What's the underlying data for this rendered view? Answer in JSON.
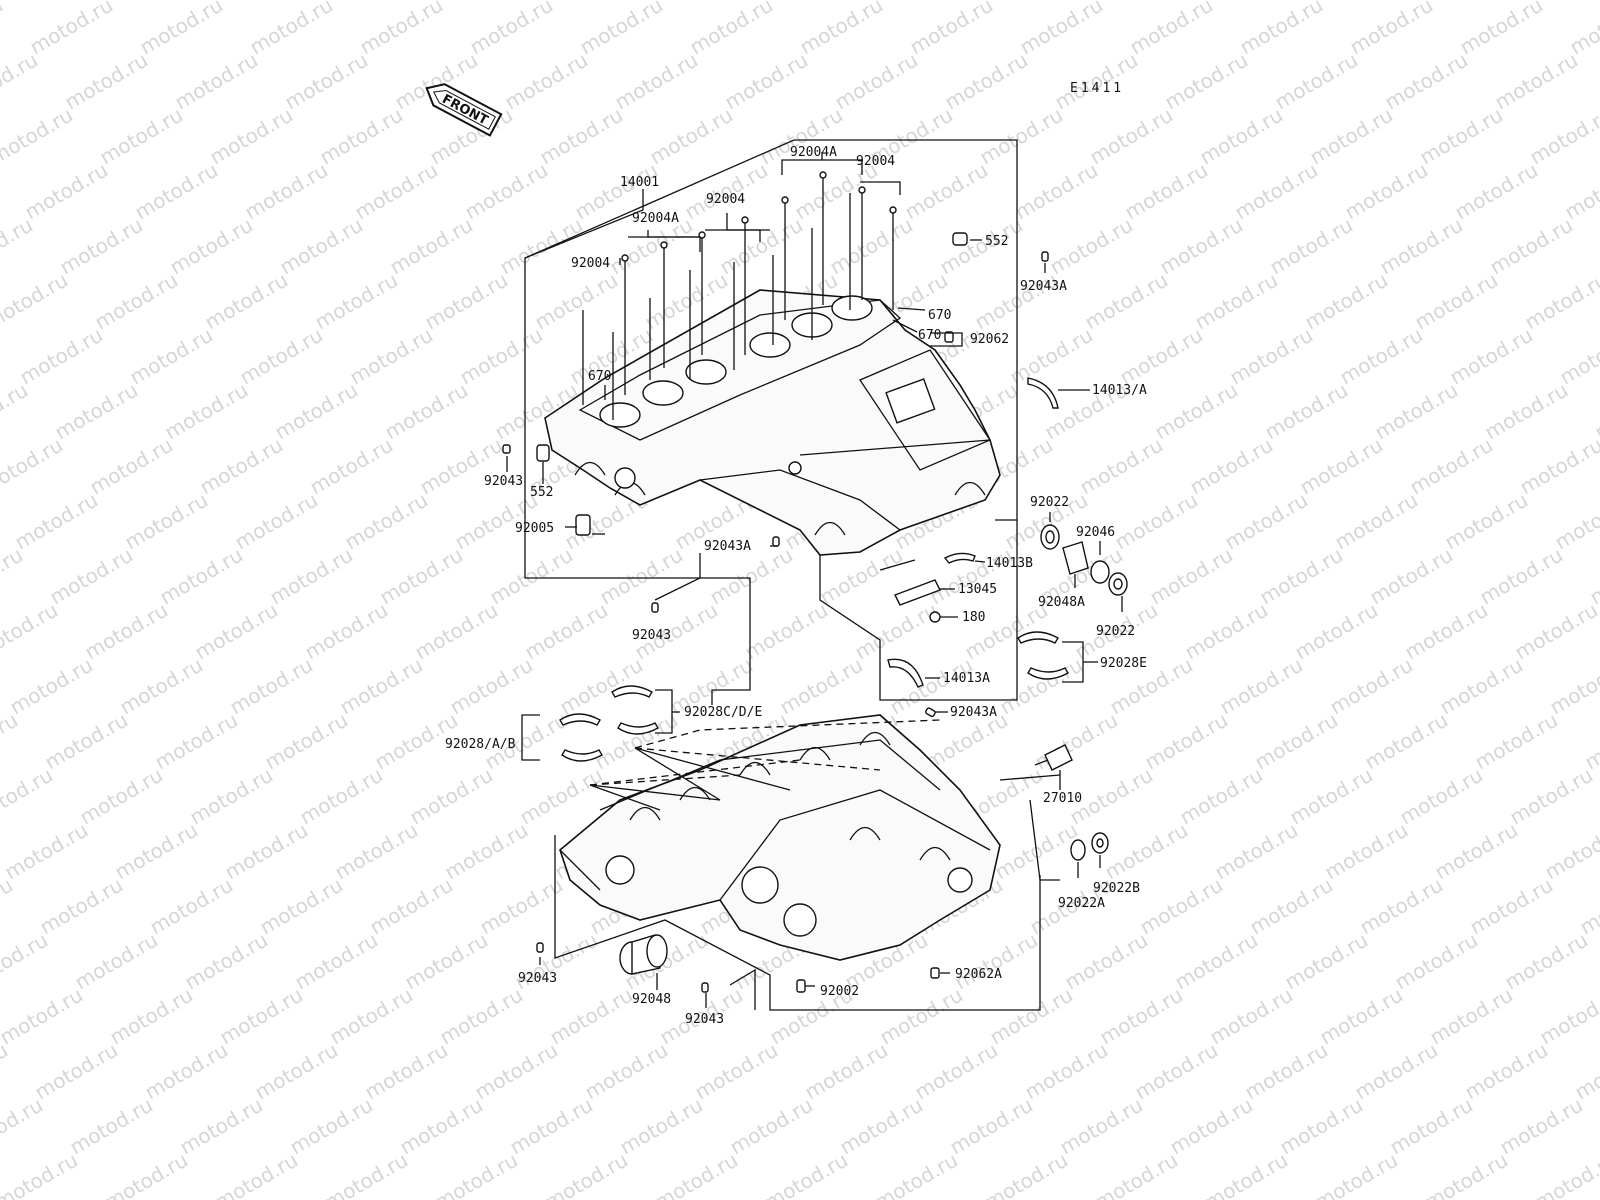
{
  "diagram": {
    "code": "E1411",
    "watermark": "motod.ru",
    "front_tag": "FRONT",
    "labels": {
      "l14001": "14001",
      "l92004A_top": "92004A",
      "l92004_top": "92004",
      "l92004A_mid": "92004A",
      "l92004_mid": "92004",
      "l92004_left": "92004",
      "l552_top": "552",
      "l92043A_top": "92043A",
      "l670_a": "670",
      "l670_b": "670",
      "l92062": "92062",
      "l670_left": "670",
      "l14013_A": "14013/A",
      "l92043_left": "92043",
      "l552_left": "552",
      "l92005": "92005",
      "l92043A_mid": "92043A",
      "l92022_top": "92022",
      "l92046": "92046",
      "l14013B": "14013B",
      "l13045": "13045",
      "l92048A": "92048A",
      "l92022_bot": "92022",
      "l180": "180",
      "l92043_mid": "92043",
      "l14013A": "14013A",
      "l92028E": "92028E",
      "l92028CDE": "92028C/D/E",
      "l92043A_low": "92043A",
      "l92028AB": "92028/A/B",
      "l27010": "27010",
      "l92022B": "92022B",
      "l92022A": "92022A",
      "l92043_bl": "92043",
      "l92048": "92048",
      "l92002": "92002",
      "l92062A": "92062A",
      "l92043_bm": "92043"
    }
  }
}
